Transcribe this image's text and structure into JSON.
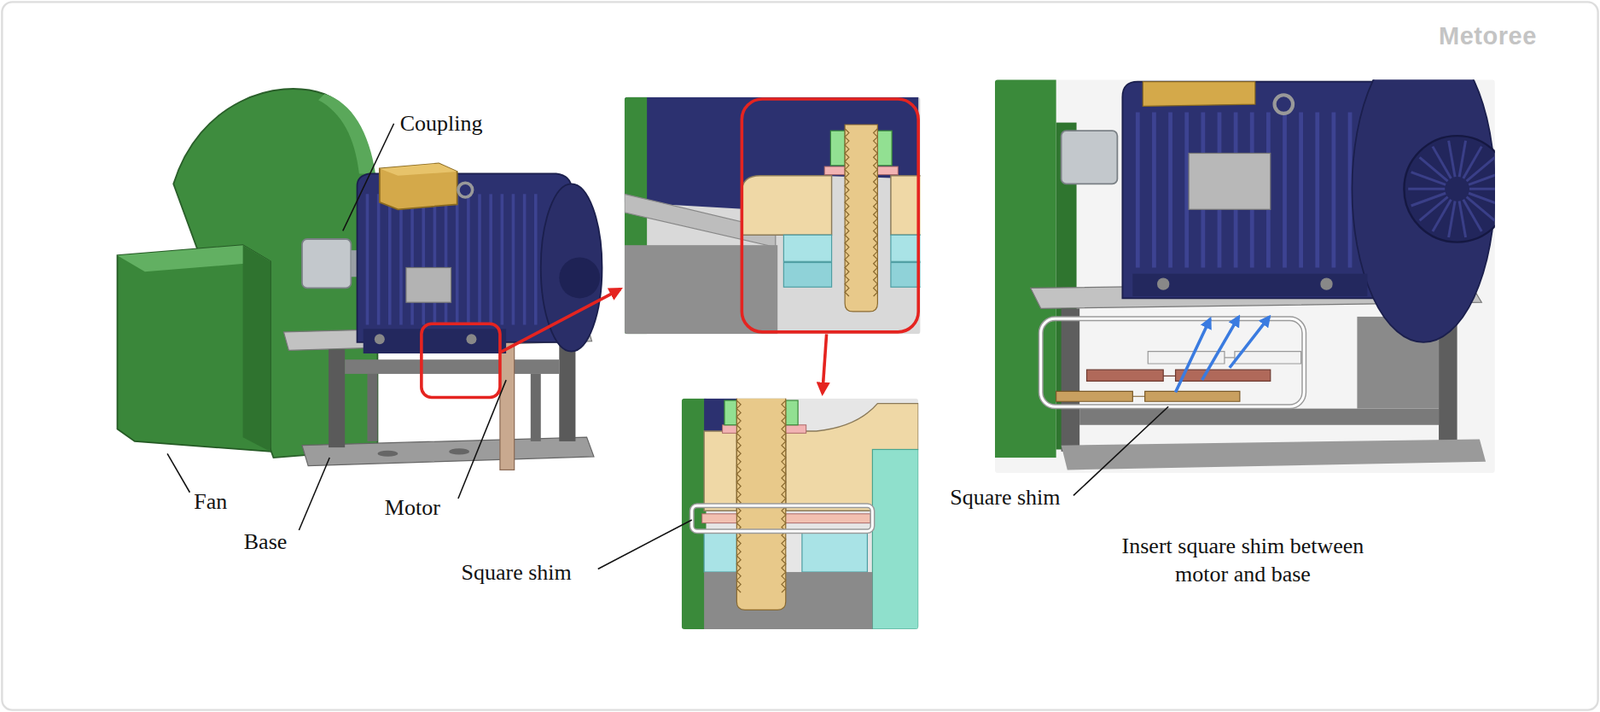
{
  "diagram": {
    "labels": [
      "Coupling",
      "Fan",
      "Base",
      "Motor",
      "Square shim",
      "Square shim",
      "Insert square shim between motor and base",
      "Metoree"
    ]
  }
}
